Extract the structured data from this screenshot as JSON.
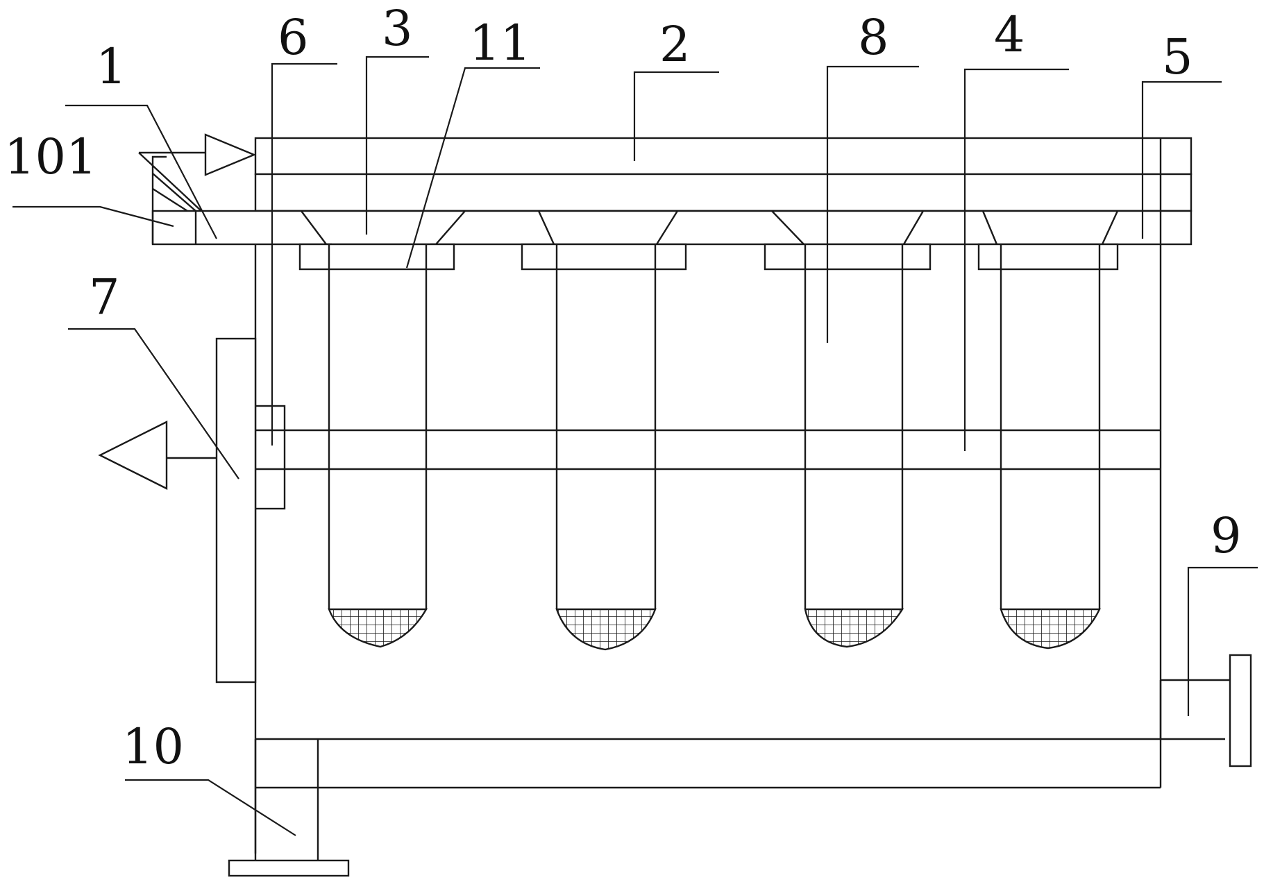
{
  "colors": {
    "line": "#1a1a1a",
    "background": "#ffffff"
  },
  "labels": [
    {
      "id": "label-6",
      "text": "6"
    },
    {
      "id": "label-3",
      "text": "3"
    },
    {
      "id": "label-11",
      "text": "11"
    },
    {
      "id": "label-2",
      "text": "2"
    },
    {
      "id": "label-8",
      "text": "8"
    },
    {
      "id": "label-4",
      "text": "4"
    },
    {
      "id": "label-5",
      "text": "5"
    },
    {
      "id": "label-1",
      "text": "1"
    },
    {
      "id": "label-101",
      "text": "101"
    },
    {
      "id": "label-7",
      "text": "7"
    },
    {
      "id": "label-9",
      "text": "9"
    },
    {
      "id": "label-10",
      "text": "10"
    }
  ]
}
